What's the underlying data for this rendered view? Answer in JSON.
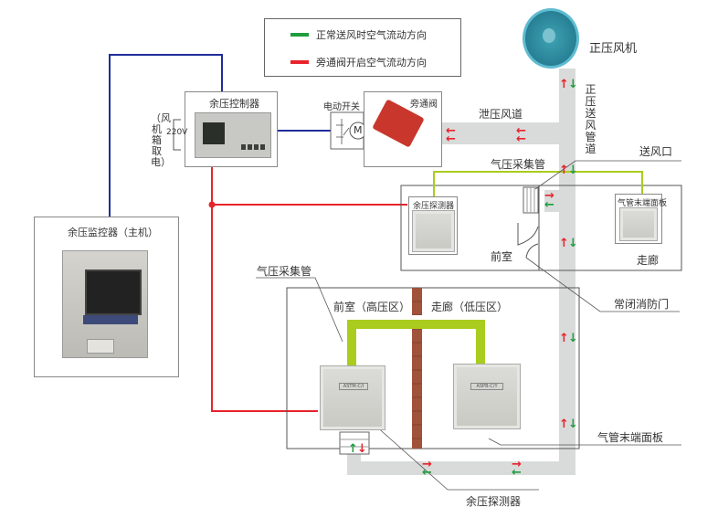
{
  "legend": {
    "items": [
      {
        "label": "正常送风时空气流动方向",
        "color": "#1e9e3e"
      },
      {
        "label": "旁通阀开启空气流动方向",
        "color": "#e8232b"
      }
    ]
  },
  "labels": {
    "fan": "正压风机",
    "supply_duct": "正压送风管道",
    "relief_duct": "泄压风道",
    "air_outlet": "送风口",
    "pressure_tube_top": "气压采集管",
    "pressure_tube_bottom": "气压采集管",
    "controller": "余压控制器",
    "electric_switch": "电动开关",
    "motor_symbol": "M",
    "bypass_valve": "旁通阀",
    "power_source": "（风机箱取电）",
    "voltage": "220V",
    "monitor": "余压监控器（主机）",
    "detector_top": "余压探测器",
    "terminal_panel_top": "气管末端面板",
    "front_room": "前室",
    "corridor": "走廊",
    "front_room_high": "前室（高压区）",
    "corridor_low": "走廊（低压区）",
    "fire_door": "常闭消防门",
    "terminal_panel_bottom": "气管末端面板",
    "detector_bottom": "余压探测器",
    "detector_model": "ASTM-C/I",
    "panel_model": "ASPB-C/Y"
  },
  "colors": {
    "normal_flow": "#1e9e3e",
    "bypass_flow": "#e8232b",
    "duct": "#d9dbdb",
    "pressure_tube": "#a9cc1f",
    "signal_wire": "#e8232b",
    "power_wire": "#1f2d9b",
    "wall": "#a0533a"
  }
}
